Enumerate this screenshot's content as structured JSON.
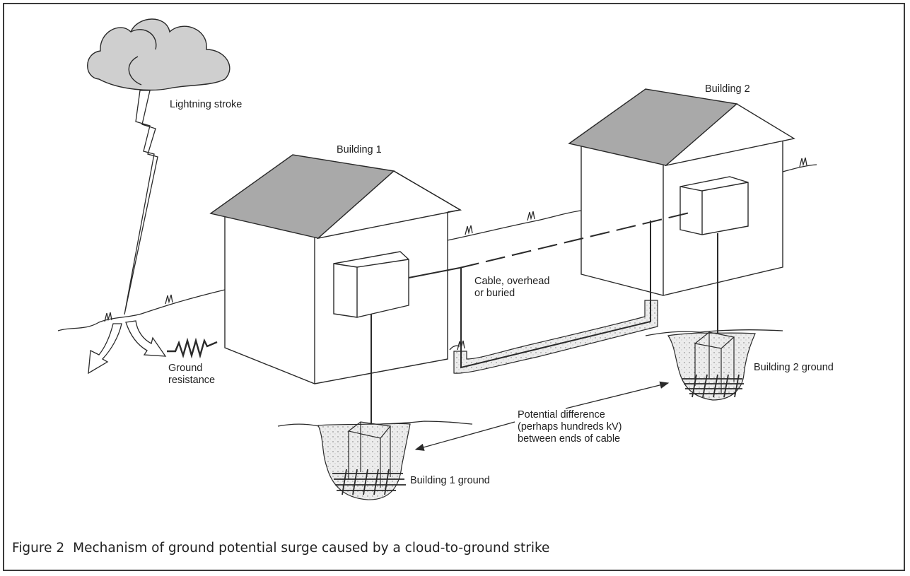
{
  "labels": {
    "lightning": "Lightning stroke",
    "building1": "Building 1",
    "building2": "Building 2",
    "cable_line1": "Cable, overhead",
    "cable_line2": "or buried",
    "ground_res_line1": "Ground",
    "ground_res_line2": "resistance",
    "potential_line1": "Potential difference",
    "potential_line2": "(perhaps hundreds kV)",
    "potential_line3": "between ends of cable",
    "building1_ground": "Building 1 ground",
    "building2_ground": "Building 2 ground"
  },
  "caption": {
    "number": "Figure 2",
    "text": "Mechanism of ground potential surge caused by a cloud-to-ground strike"
  },
  "colors": {
    "line": "#2a2a2a",
    "roof": "#a9a9a9",
    "cloud": "#cfcfcf",
    "soil": "#e6e6e6"
  }
}
